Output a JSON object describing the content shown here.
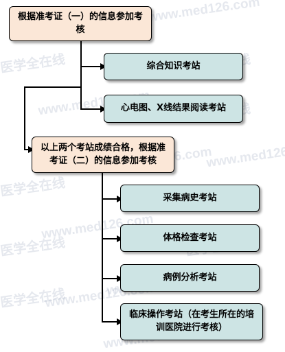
{
  "watermarks": [
    "www.med126.com",
    "医学全在线",
    "www.med126.com",
    "医学全在线",
    "医学全在线",
    "www.med126.com",
    "医学全在线",
    "www.med126.com",
    "医学全在线",
    "www.med126.com",
    "医学全在线",
    "www.med126.com",
    "医学全在线",
    "www.med126.com",
    "医学全在线",
    "www.med126.com"
  ],
  "flow": {
    "step1": "根据准考证（一）的信息参加考核",
    "step1_children": [
      "综合知识考站",
      "心电图、X线结果阅读考站"
    ],
    "step2": "以上两个考站成绩合格，根据准考证（二）的信息参加考核",
    "step2_children": [
      "采集病史考站",
      "体格检查考站",
      "病例分析考站",
      "临床操作考站（在考生所在的培训医院进行考核）"
    ]
  }
}
